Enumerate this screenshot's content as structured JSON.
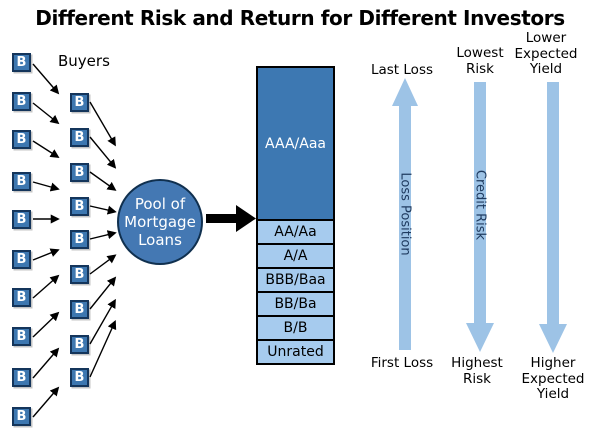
{
  "title": "Different Risk and Return for Different Investors",
  "buyers": {
    "label": "Buyers",
    "box_label": "B",
    "left_column_count": 10,
    "right_column_count": 9
  },
  "pool": {
    "label": "Pool of\nMortgage\nLoans"
  },
  "tranches": [
    {
      "label": "AAA/Aaa"
    },
    {
      "label": "AA/Aa"
    },
    {
      "label": "A/A"
    },
    {
      "label": "BBB/Baa"
    },
    {
      "label": "BB/Ba"
    },
    {
      "label": "B/B"
    },
    {
      "label": "Unrated"
    }
  ],
  "axes": [
    {
      "top": "Last Loss",
      "bottom": "First Loss",
      "on_arrow": "Loss Position",
      "direction": "up"
    },
    {
      "top": "Lowest\nRisk",
      "bottom": "Highest\nRisk",
      "on_arrow": "Credit Risk",
      "direction": "down"
    },
    {
      "top": "Lower\nExpected\nYield",
      "bottom": "Higher\nExpected\nYield",
      "on_arrow": "",
      "direction": "down"
    }
  ],
  "colors": {
    "dark_blue": "#3d78b2",
    "light_blue": "#a6cbee",
    "arrow_blue": "#9dc3e6",
    "border_navy": "#14355b",
    "vertical_text": "#1e3a5f"
  }
}
